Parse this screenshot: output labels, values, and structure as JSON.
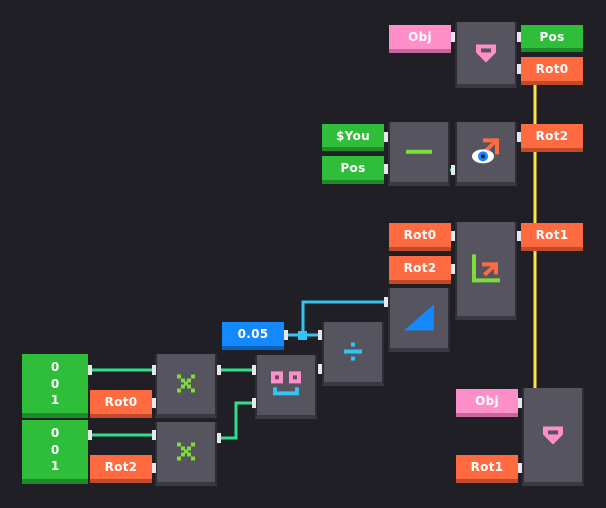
{
  "colors": {
    "background": "#1f1f25",
    "node": "#56555f",
    "object": "#ff8fc8",
    "vector": "#2fbe3a",
    "rotation": "#ff6a40",
    "number": "#1488ff",
    "wire_rotation": "#ffe54a",
    "wire_vector": "#2ee08a",
    "wire_number": "#33c4f0"
  },
  "top_group": {
    "obj_label": "Obj",
    "node_icon": "pink-heart-locator-icon",
    "pos_label": "Pos",
    "rot_label": "Rot0"
  },
  "look_group": {
    "you_label": "$You",
    "pos_label": "Pos",
    "subtract_icon": "minus-icon",
    "look_icon": "eye-rotate-icon",
    "rot_label": "Rot2"
  },
  "lerp_group": {
    "rot_a_label": "Rot0",
    "rot_b_label": "Rot2",
    "lerp_icon": "axis-curve-icon",
    "rot_out_label": "Rot1",
    "ramp_icon": "ramp-icon"
  },
  "math_group": {
    "number_value": "0.05",
    "divide_icon": "divide-icon",
    "combine_icon": "smiley-face-icon"
  },
  "vector_rows": [
    {
      "x": "0",
      "y": "0",
      "z": "1",
      "rot_label": "Rot0",
      "op_icon": "multiply-icon"
    },
    {
      "x": "0",
      "y": "0",
      "z": "1",
      "rot_label": "Rot2",
      "op_icon": "multiply-icon"
    }
  ],
  "bottom_group": {
    "obj_label": "Obj",
    "rot_label": "Rot1",
    "node_icon": "pink-heart-locator-icon"
  }
}
